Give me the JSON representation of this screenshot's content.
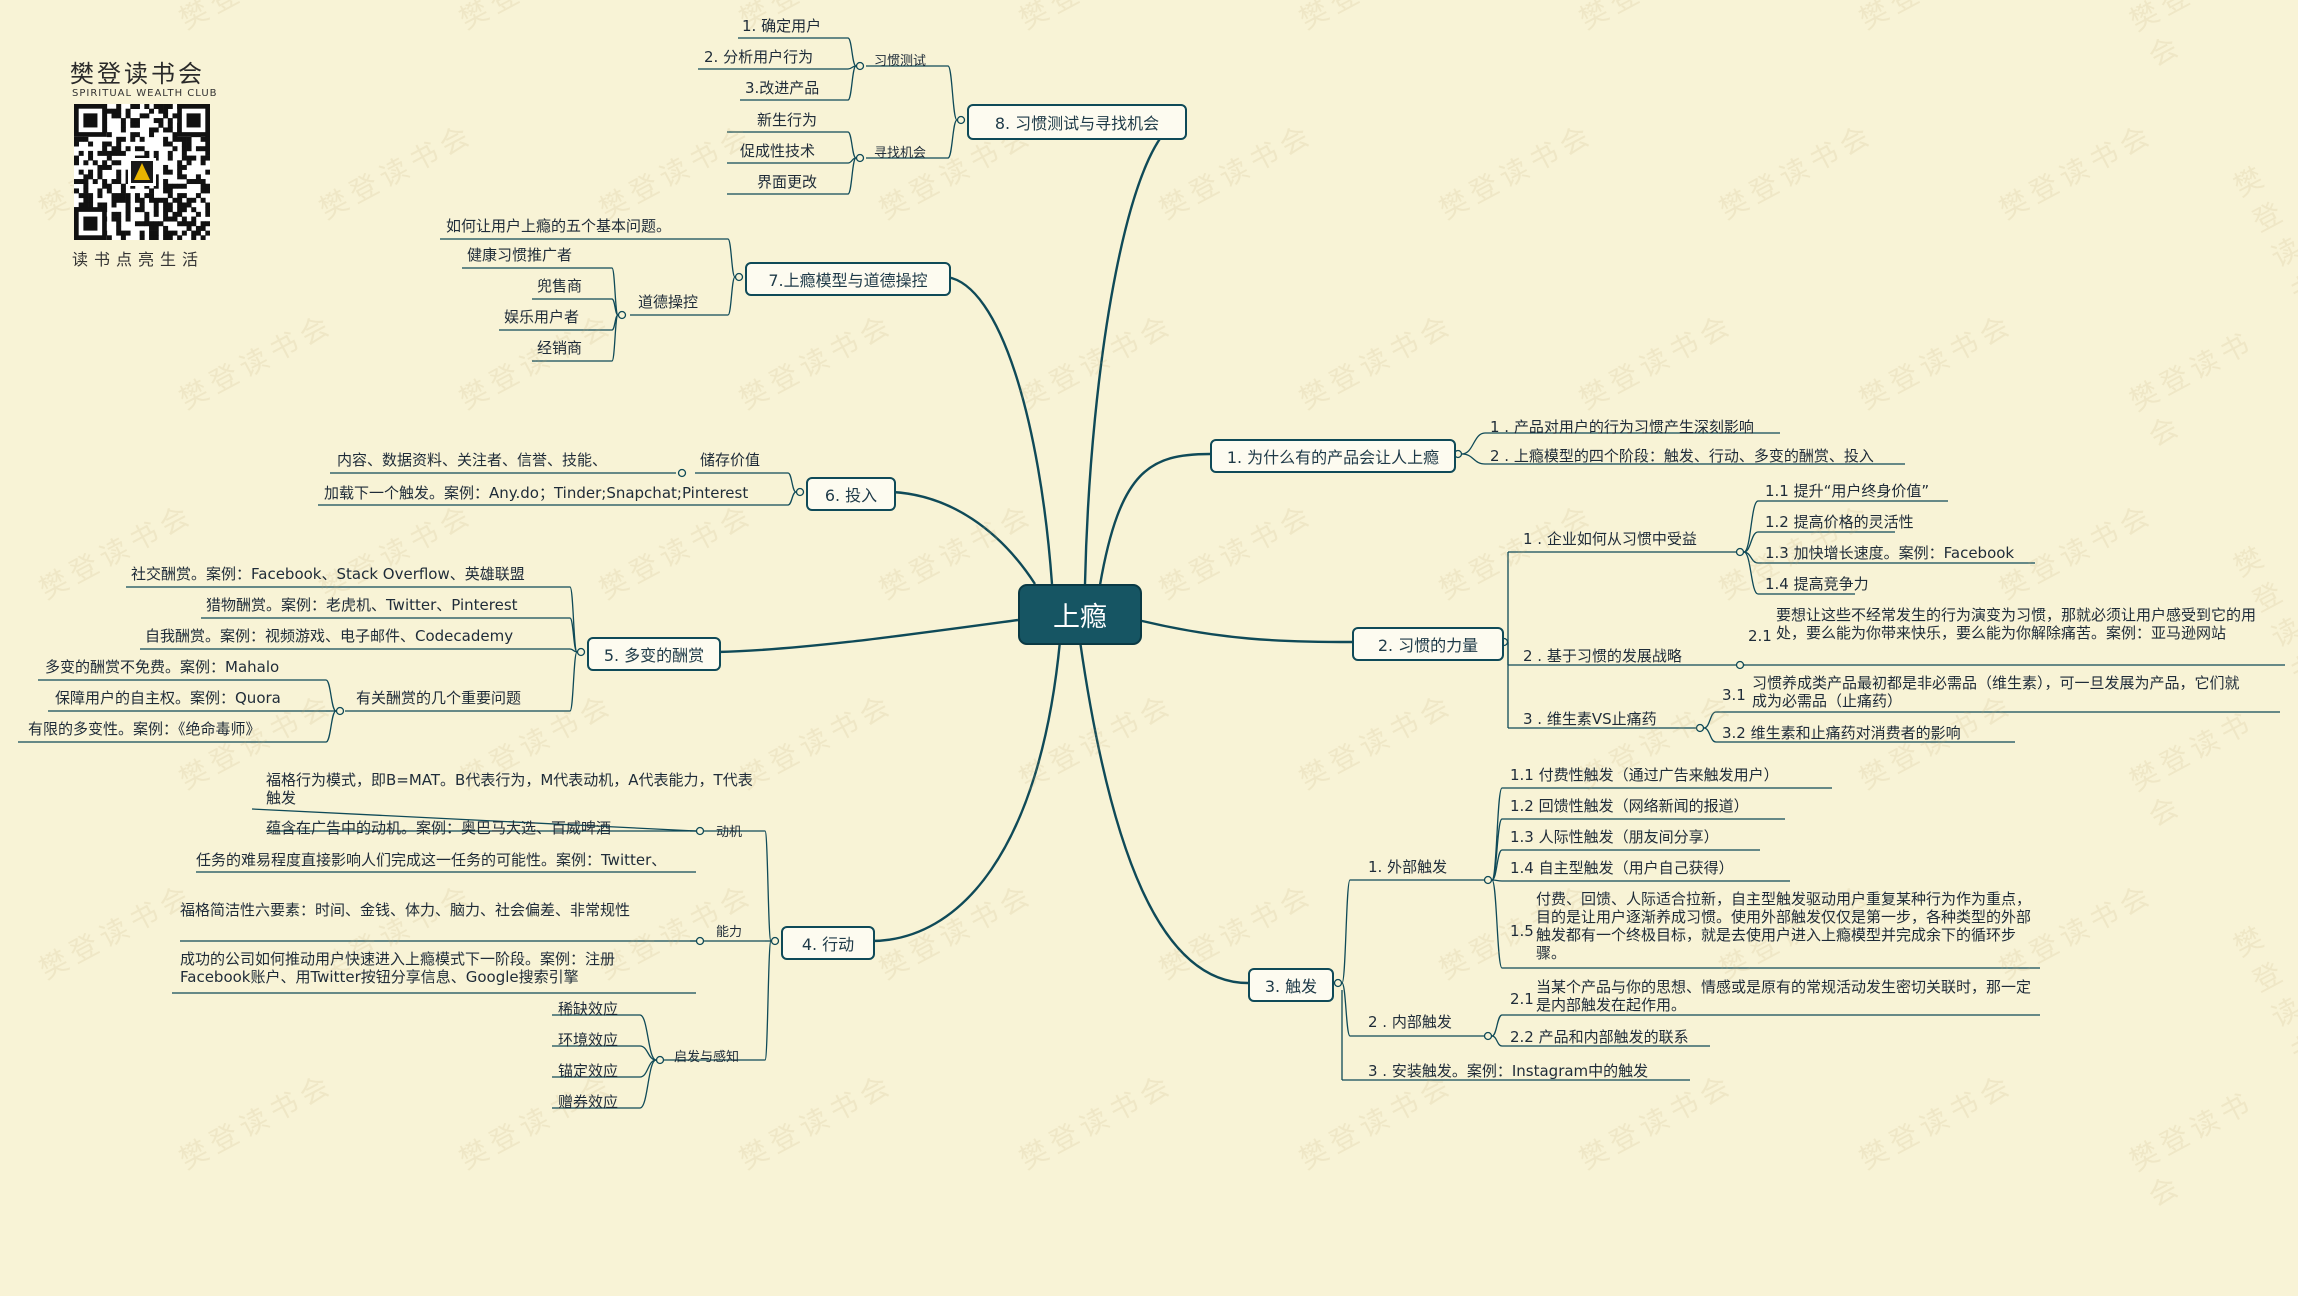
{
  "brand": {
    "name": "樊登读书会",
    "subtitle": "SPIRITUAL WEALTH CLUB",
    "motto": "读书点亮生活",
    "watermark": "樊登读书会"
  },
  "root": "上瘾",
  "colors": {
    "line": "#0f4a58",
    "root_fill": "#165563",
    "background": "#f8f3d6"
  },
  "branches": {
    "b1": {
      "title": "1. 为什么有的产品会让人上瘾",
      "items": [
        "1 . 产品对用户的行为习惯产生深刻影响",
        "2 . 上瘾模型的四个阶段：触发、行动、多变的酬赏、投入"
      ]
    },
    "b2": {
      "title": "2. 习惯的力量",
      "s1": {
        "label": "1 . 企业如何从习惯中受益",
        "items": [
          "1.1 提升“用户终身价值”",
          "1.2 提高价格的灵活性",
          "1.3 加快增长速度。案例：Facebook",
          "1.4 提高竞争力"
        ]
      },
      "s2": {
        "label": "2 . 基于习惯的发展战略",
        "num": "2.1",
        "text": "要想让这些不经常发生的行为演变为习惯，那就必须让用户感受到它的用处，要么能为你带来快乐，要么能为你解除痛苦。案例：亚马逊网站"
      },
      "s3": {
        "label": "3 . 维生素VS止痛药",
        "i1_num": "3.1",
        "i1_text": "习惯养成类产品最初都是非必需品（维生素），可一旦发展为产品，它们就成为必需品（止痛药）",
        "i2": "3.2 维生素和止痛药对消费者的影响"
      }
    },
    "b3": {
      "title": "3. 触发",
      "s1": {
        "label": "1. 外部触发",
        "items": [
          "1.1 付费性触发（通过广告来触发用户）",
          "1.2 回馈性触发（网络新闻的报道）",
          "1.3 人际性触发（朋友间分享）",
          "1.4 自主型触发（用户自己获得）"
        ],
        "i5_num": "1.5",
        "i5_text": "付费、回馈、人际适合拉新，自主型触发驱动用户重复某种行为作为重点，目的是让用户逐渐养成习惯。使用外部触发仅仅是第一步，各种类型的外部触发都有一个终极目标，就是去使用户进入上瘾模型并完成余下的循环步骤。"
      },
      "s2": {
        "label": "2 . 内部触发",
        "i1_num": "2.1",
        "i1_text": "当某个产品与你的思想、情感或是原有的常规活动发生密切关联时，那一定是内部触发在起作用。",
        "i2": "2.2 产品和内部触发的联系"
      },
      "s3": {
        "label": "3 . 安装触发。案例：Instagram中的触发"
      }
    },
    "b4": {
      "title": "4. 行动",
      "motivation": {
        "label": "动机",
        "items": [
          "福格行为模式，即B=MAT。B代表行为，M代表动机，A代表能力，T代表触发",
          "蕴含在广告中的动机。案例：奥巴马大选、百威啤酒"
        ]
      },
      "ability": {
        "label": "能力",
        "items": [
          "任务的难易程度直接影响人们完成这一任务的可能性。案例：Twitter、",
          "福格简洁性六要素：时间、金钱、体力、脑力、社会偏差、非常规性",
          "成功的公司如何推动用户快速进入上瘾模式下一阶段。案例：注册Facebook账户、用Twitter按钮分享信息、Google搜索引擎"
        ]
      },
      "heuristics": {
        "label": "启发与感知",
        "items": [
          "稀缺效应",
          "环境效应",
          "锚定效应",
          "赠券效应"
        ]
      }
    },
    "b5": {
      "title": "5. 多变的酬赏",
      "items": [
        "社交酬赏。案例：Facebook、Stack Overflow、英雄联盟",
        "猎物酬赏。案例：老虎机、Twitter、Pinterest",
        "自我酬赏。案例：视频游戏、电子邮件、Codecademy"
      ],
      "group_label": "有关酬赏的几个重要问题",
      "group_items": [
        "多变的酬赏不免费。案例：Mahalo",
        "保障用户的自主权。案例：Quora",
        "有限的多变性。案例：《绝命毒师》"
      ]
    },
    "b6": {
      "title": "6. 投入",
      "store_label": "储存价值",
      "store_text": "内容、数据资料、关注者、信誉、技能、",
      "load": "加载下一个触发。案例：Any.do；Tinder;Snapchat;Pinterest"
    },
    "b7": {
      "title": "7.上瘾模型与道德操控",
      "question": "如何让用户上瘾的五个基本问题。",
      "group_label": "道德操控",
      "items": [
        "健康习惯推广者",
        "兜售商",
        "娱乐用户者",
        "经销商"
      ]
    },
    "b8": {
      "title": "8. 习惯测试与寻找机会",
      "test_label": "习惯测试",
      "test_items": [
        "1. 确定用户",
        "2. 分析用户行为",
        "3.改进产品"
      ],
      "opp_label": "寻找机会",
      "opp_items": [
        "新生行为",
        "促成性技术",
        "界面更改"
      ]
    }
  }
}
